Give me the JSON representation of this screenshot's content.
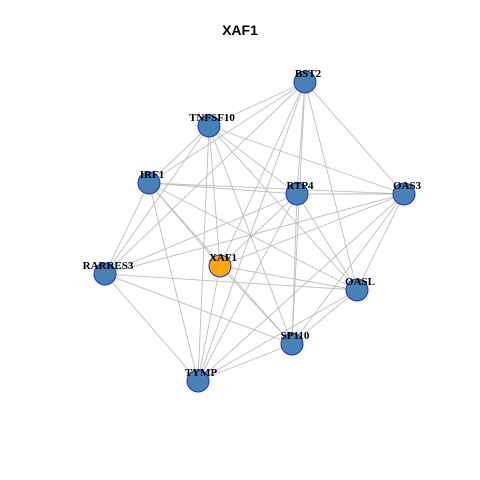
{
  "title": "XAF1",
  "colors": {
    "node_fill": "#4682B4",
    "node_stroke": "#1C2FD6",
    "highlight_fill": "#FFA500",
    "edge": "#BEBEBE"
  },
  "highlight": "XAF1",
  "nodes": [
    "BST2",
    "TNFSF10",
    "IRF1",
    "RTP4",
    "OAS3",
    "XAF1",
    "RARRES3",
    "OASL",
    "SP110",
    "TYMP"
  ],
  "edges": [
    [
      "BST2",
      "TNFSF10"
    ],
    [
      "BST2",
      "IRF1"
    ],
    [
      "BST2",
      "RTP4"
    ],
    [
      "BST2",
      "OAS3"
    ],
    [
      "BST2",
      "XAF1"
    ],
    [
      "BST2",
      "RARRES3"
    ],
    [
      "BST2",
      "OASL"
    ],
    [
      "BST2",
      "SP110"
    ],
    [
      "BST2",
      "TYMP"
    ],
    [
      "TNFSF10",
      "IRF1"
    ],
    [
      "TNFSF10",
      "RTP4"
    ],
    [
      "TNFSF10",
      "OAS3"
    ],
    [
      "TNFSF10",
      "XAF1"
    ],
    [
      "TNFSF10",
      "RARRES3"
    ],
    [
      "TNFSF10",
      "OASL"
    ],
    [
      "TNFSF10",
      "SP110"
    ],
    [
      "TNFSF10",
      "TYMP"
    ],
    [
      "IRF1",
      "RTP4"
    ],
    [
      "IRF1",
      "OAS3"
    ],
    [
      "IRF1",
      "XAF1"
    ],
    [
      "IRF1",
      "RARRES3"
    ],
    [
      "IRF1",
      "OASL"
    ],
    [
      "IRF1",
      "SP110"
    ],
    [
      "IRF1",
      "TYMP"
    ],
    [
      "RTP4",
      "OAS3"
    ],
    [
      "RTP4",
      "XAF1"
    ],
    [
      "RTP4",
      "RARRES3"
    ],
    [
      "RTP4",
      "OASL"
    ],
    [
      "RTP4",
      "SP110"
    ],
    [
      "RTP4",
      "TYMP"
    ],
    [
      "OAS3",
      "XAF1"
    ],
    [
      "OAS3",
      "OASL"
    ],
    [
      "OAS3",
      "SP110"
    ],
    [
      "OAS3",
      "TYMP"
    ],
    [
      "XAF1",
      "SP110"
    ],
    [
      "XAF1",
      "TYMP"
    ],
    [
      "XAF1",
      "OASL"
    ],
    [
      "RARRES3",
      "OASL"
    ],
    [
      "RARRES3",
      "SP110"
    ],
    [
      "RARRES3",
      "TYMP"
    ],
    [
      "RARRES3",
      "OAS3"
    ],
    [
      "OASL",
      "SP110"
    ],
    [
      "OASL",
      "TYMP"
    ],
    [
      "SP110",
      "TYMP"
    ]
  ]
}
